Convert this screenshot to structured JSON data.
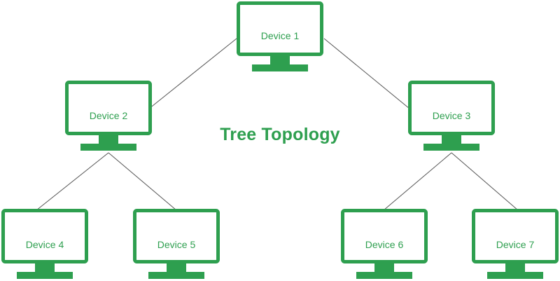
{
  "title": "Tree Topology",
  "colors": {
    "accent": "#2e9f4f",
    "line": "#555555"
  },
  "devices": [
    {
      "id": "device-1",
      "label": "Device 1",
      "icon": "monitor-icon"
    },
    {
      "id": "device-2",
      "label": "Device 2",
      "icon": "monitor-icon"
    },
    {
      "id": "device-3",
      "label": "Device 3",
      "icon": "monitor-icon"
    },
    {
      "id": "device-4",
      "label": "Device 4",
      "icon": "monitor-icon"
    },
    {
      "id": "device-5",
      "label": "Device 5",
      "icon": "monitor-icon"
    },
    {
      "id": "device-6",
      "label": "Device 6",
      "icon": "monitor-icon"
    },
    {
      "id": "device-7",
      "label": "Device 7",
      "icon": "monitor-icon"
    }
  ],
  "links": [
    {
      "from": "device-1",
      "to": "device-2"
    },
    {
      "from": "device-1",
      "to": "device-3"
    },
    {
      "from": "device-2",
      "to": "device-4"
    },
    {
      "from": "device-2",
      "to": "device-5"
    },
    {
      "from": "device-3",
      "to": "device-6"
    },
    {
      "from": "device-3",
      "to": "device-7"
    }
  ]
}
